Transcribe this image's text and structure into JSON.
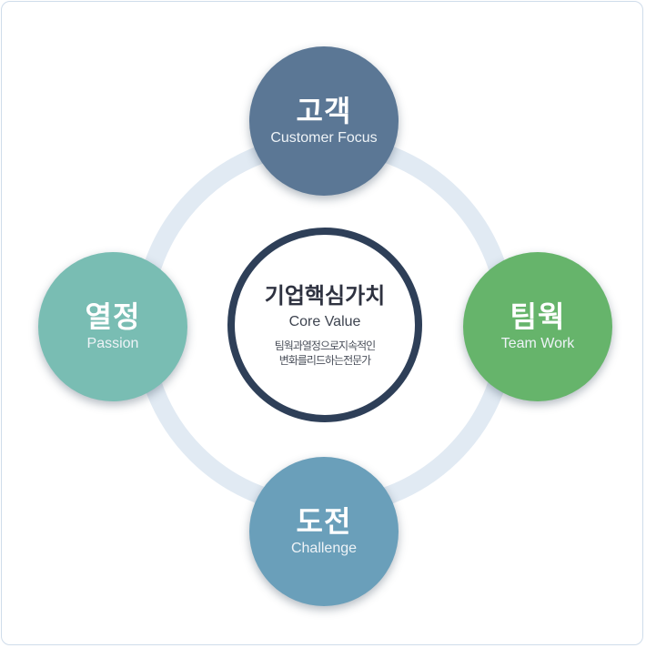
{
  "diagram": {
    "center": {
      "title": "기업핵심가치",
      "subtitle": "Core Value",
      "description_line1": "팀웍과열정으로지속적인",
      "description_line2": "변화를리드하는전문가"
    },
    "nodes": {
      "top": {
        "ko": "고객",
        "en": "Customer Focus"
      },
      "left": {
        "ko": "열정",
        "en": "Passion"
      },
      "right": {
        "ko": "팀웍",
        "en": "Team Work"
      },
      "bottom": {
        "ko": "도전",
        "en": "Challenge"
      }
    },
    "colors": {
      "ring": "#e1eaf3",
      "center_border": "#2e3f58",
      "top": "#5b7795",
      "left": "#79bdb3",
      "right": "#66b46b",
      "bottom": "#6a9fba"
    }
  }
}
